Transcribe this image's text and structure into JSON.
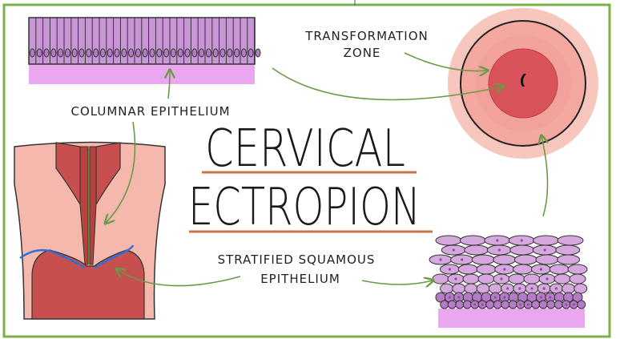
{
  "title_line1": "CERVICAL",
  "title_line2": "ECTROPION",
  "labels": {
    "transformation_zone": [
      "TRANSFORMATION",
      "ZONE"
    ],
    "columnar_epithelium": "COLUMNAR EPITHELIUM",
    "stratified_squamous": [
      "STRATIFIED SQUAMOUS",
      "EPITHELIUM"
    ]
  },
  "colors": {
    "border": "#7bb04a",
    "arrow": "#6a9a45",
    "columnar_cells": "#c995d6",
    "basement": "#eaa7ef",
    "squamous_cells": "#cf9ed8",
    "cervix_outer": "#f4b8ad",
    "cervix_inner": "#d9535a",
    "canal": "#c7504f",
    "blue_edge": "#2f6fd6",
    "underline": "#c9734a"
  }
}
